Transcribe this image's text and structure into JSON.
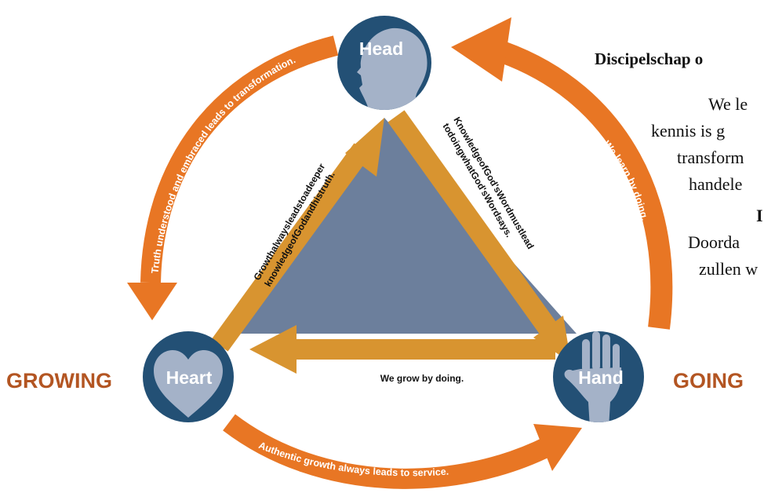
{
  "colors": {
    "orange": "#e87624",
    "gold": "#d89430",
    "navy": "#235075",
    "slate": "#6c7f9c",
    "icon": "#a4b2c8",
    "label_brown": "#b35522"
  },
  "nodes": {
    "head": {
      "label": "Head",
      "icon": "head-silhouette-icon"
    },
    "heart": {
      "label": "Heart",
      "icon": "heart-icon"
    },
    "hand": {
      "label": "Hand",
      "icon": "hand-icon"
    }
  },
  "edges": {
    "heart_to_head": [
      "Growthalwaysleadstoadeeper",
      "knowledgeofGodandhistruth."
    ],
    "head_to_hand": [
      "KnowledgeofGod'sWordmustlead",
      "todoingwhatGod'sWordsays."
    ],
    "hand_to_heart": "We grow by doing."
  },
  "arcs": {
    "head_to_heart": "Truth understood and embraced leads to transformation.",
    "heart_to_hand": "Authentic growth always leads to service.",
    "hand_to_head": "We learn by doing."
  },
  "side_labels": {
    "left": "GROWING",
    "right": "GOING"
  },
  "right_text": {
    "heading": "Discipelschap o",
    "lines": [
      "We le",
      "kennis is g",
      "transform",
      "handele",
      "I",
      "Doorda",
      "zullen w"
    ]
  }
}
